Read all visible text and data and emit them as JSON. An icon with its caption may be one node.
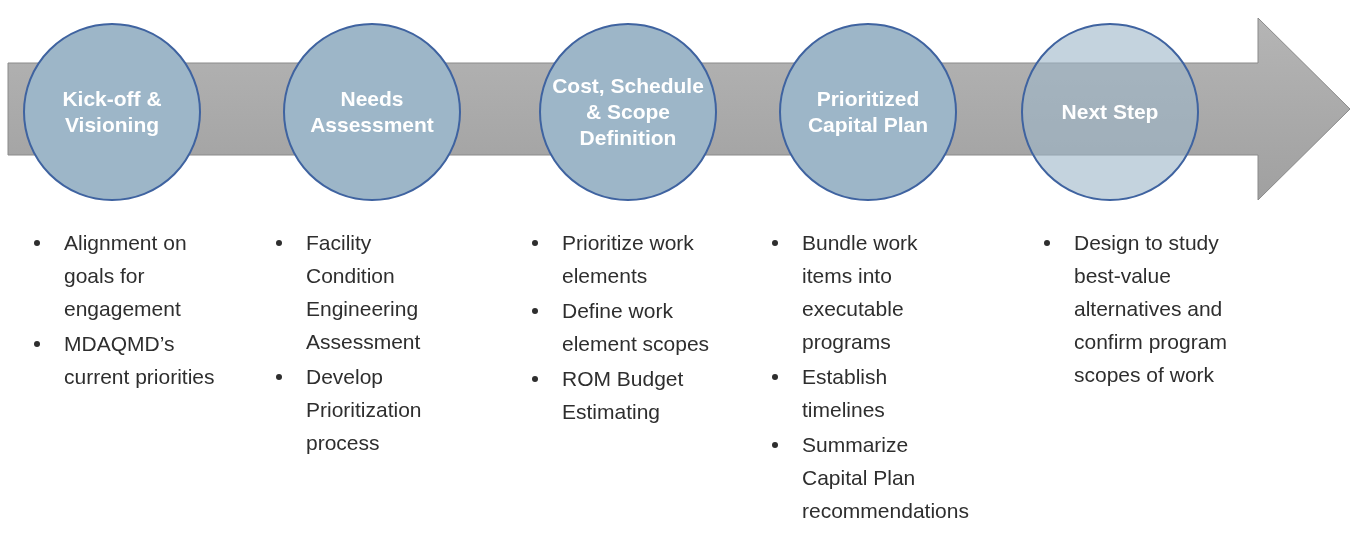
{
  "diagram": {
    "nodes": [
      {
        "text": [
          "Kick-off & Visioning"
        ],
        "beside": [
          "Alignment on goals for engagement",
          "MDAQMD’s current priorities"
        ]
      },
      {
        "text": [
          "Needs Assessment"
        ],
        "beside": [
          "Facility Condition Engineering Assessment",
          "Develop Prioritization process"
        ]
      },
      {
        "text": [
          "Cost, Schedule & Scope Definition"
        ],
        "beside": [
          "Prioritize work elements",
          "Define work element scopes",
          "ROM Budget Estimating"
        ]
      },
      {
        "text": [
          "Prioritized Capital Plan"
        ],
        "beside": [
          "Bundle work items into executable programs",
          "Establish timelines",
          "Summarize Capital Plan recommendations"
        ]
      },
      {
        "text": [
          "Next Step"
        ],
        "beside": [
          "Design to study best-value alternatives and confirm program scopes of work"
        ]
      }
    ]
  }
}
